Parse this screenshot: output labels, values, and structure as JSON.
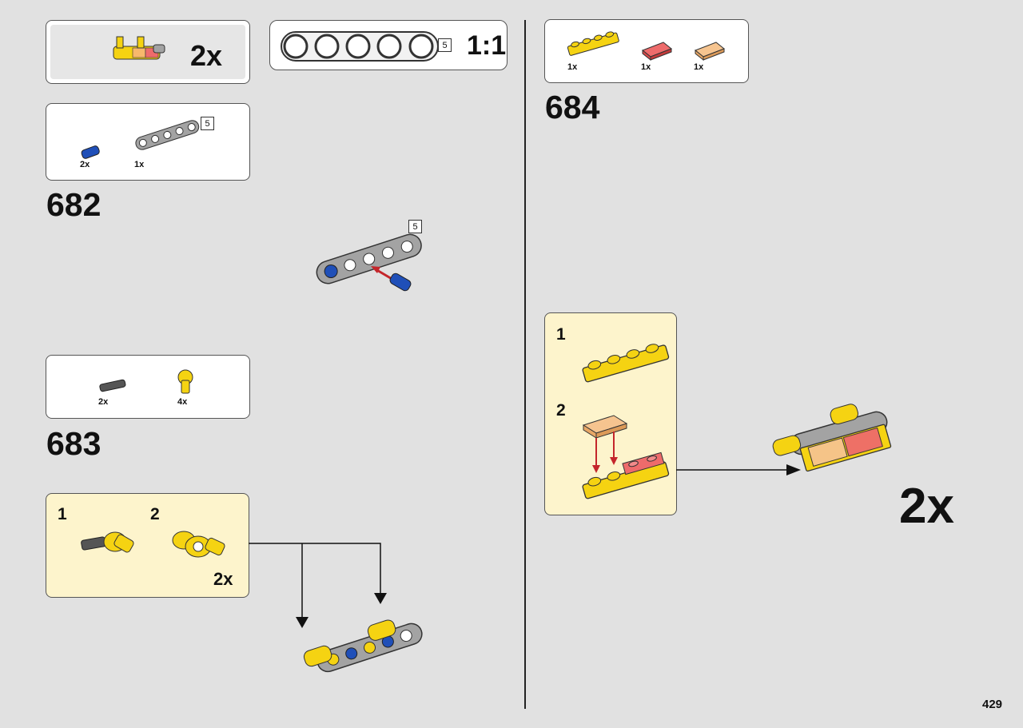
{
  "page_number": "429",
  "callout_top": {
    "multiplier": "2x"
  },
  "ruler": {
    "length": "5",
    "scale": "1:1"
  },
  "steps": [
    {
      "number": "682",
      "parts": [
        {
          "name": "blue-axle-pin",
          "qty": "2x"
        },
        {
          "name": "gray-beam-5",
          "qty": "1x",
          "length": "5"
        }
      ],
      "model_length": "5"
    },
    {
      "number": "683",
      "parts": [
        {
          "name": "black-axle-connector",
          "qty": "2x"
        },
        {
          "name": "yellow-pin-connector",
          "qty": "4x"
        }
      ],
      "substeps": [
        "1",
        "2"
      ],
      "sub_multiplier": "2x"
    },
    {
      "number": "684",
      "parts": [
        {
          "name": "yellow-plate-1x4",
          "qty": "1x"
        },
        {
          "name": "trans-red-tile-1x2",
          "qty": "1x"
        },
        {
          "name": "trans-orange-tile-1x2",
          "qty": "1x"
        }
      ],
      "substeps": [
        "1",
        "2"
      ],
      "multiplier": "2x"
    }
  ],
  "colors": {
    "background": "#e1e1e1",
    "substep_bg": "#fdf4cc",
    "lego_yellow": "#f5d312",
    "lego_gray": "#a3a3a3",
    "lego_blue": "#1f4fb8",
    "arrow_red": "#c4262b",
    "trans_red": "#ee6b6b",
    "trans_orange": "#f6c48f"
  }
}
